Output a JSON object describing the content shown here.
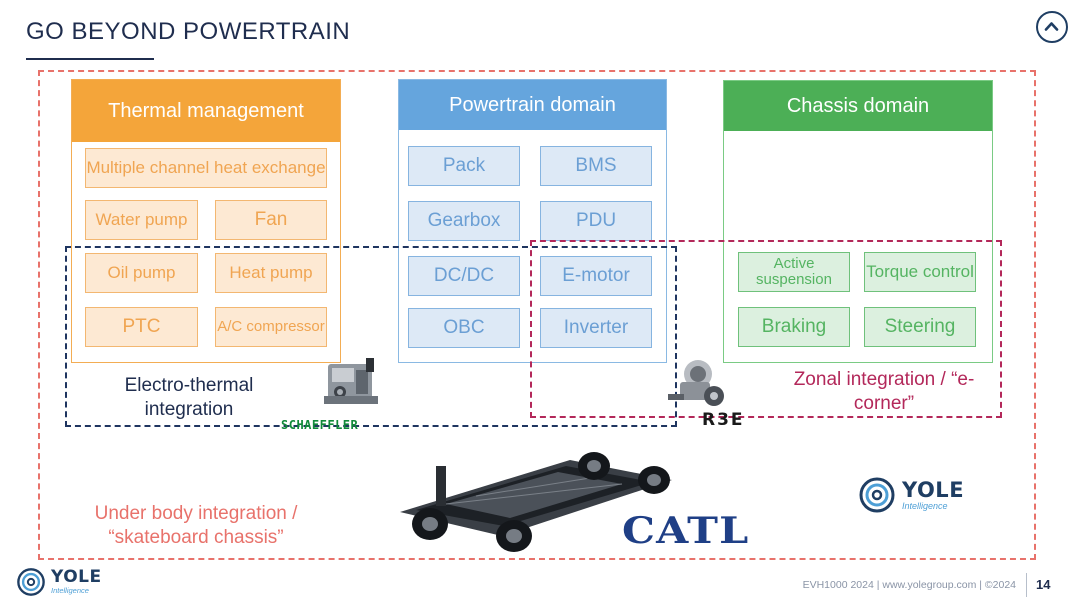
{
  "slide": {
    "title": "GO BEYOND POWERTRAIN"
  },
  "icons": {
    "up": "chevron-up-icon"
  },
  "colors": {
    "title": "#1f2d4e",
    "thermal": "#f4a53a",
    "powertrain": "#65a5dd",
    "chassis": "#4caf56",
    "electro_thermal": "#1f3560",
    "zonal": "#b3285a",
    "underbody": "#e8726b"
  },
  "thermal": {
    "title": "Thermal management",
    "items": [
      "Multiple channel heat exchange",
      "Water pump",
      "Fan",
      "Oil pump",
      "Heat pump",
      "PTC",
      "A/C compressor"
    ]
  },
  "powertrain": {
    "title": "Powertrain domain",
    "items": [
      "Pack",
      "BMS",
      "Gearbox",
      "PDU",
      "DC/DC",
      "E-motor",
      "OBC",
      "Inverter"
    ]
  },
  "chassis": {
    "title": "Chassis domain",
    "items": [
      "Active suspension",
      "Torque control",
      "Braking",
      "Steering"
    ]
  },
  "labels": {
    "electro_thermal": "Electro-thermal integration",
    "zonal": "Zonal integration / “e-corner”",
    "underbody": "Under body integration / “skateboard chassis”"
  },
  "logos": {
    "schaeffler": "SCHAEFFLER",
    "r3e": "R3E",
    "catl": "CATL",
    "yole_name": "YOLE",
    "yole_sub": "Intelligence"
  },
  "footer": {
    "text": "EVH1000 2024 | www.yolegroup.com | ©2024",
    "page_number": "14"
  }
}
